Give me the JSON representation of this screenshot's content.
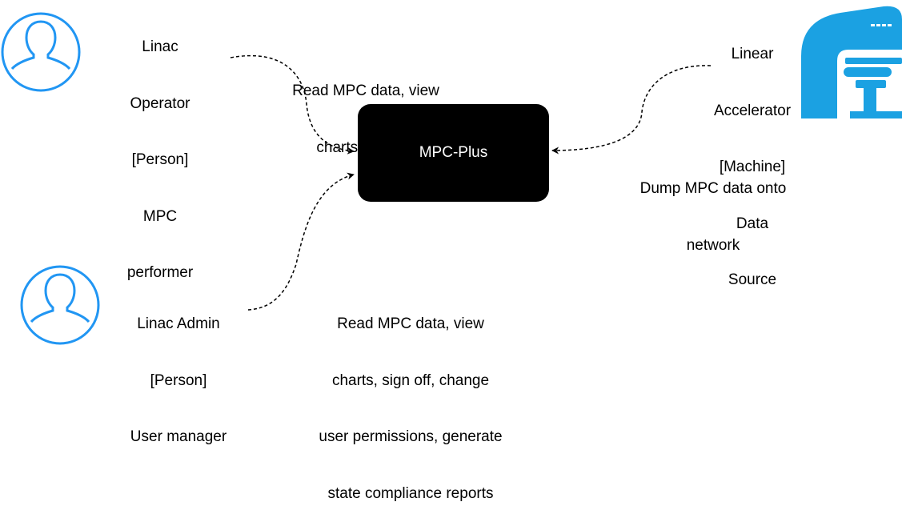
{
  "colors": {
    "person_icon": "#2196F3",
    "machine_icon": "#1BA1E2",
    "system_box": "#000000",
    "system_text": "#ffffff",
    "connector": "#000000"
  },
  "icons": {
    "operator": "person-icon",
    "admin": "person-icon",
    "machine": "linear-accelerator-icon"
  },
  "system": {
    "label": "MPC-Plus"
  },
  "operator": {
    "lines": [
      "Linac",
      "Operator",
      "[Person]",
      "MPC",
      "performer"
    ]
  },
  "admin": {
    "lines": [
      "Linac Admin",
      "[Person]",
      "User manager"
    ]
  },
  "machine": {
    "lines": [
      "Linear",
      "Accelerator",
      "[Machine]",
      "Data",
      "Source"
    ]
  },
  "edges": {
    "operator_edge": {
      "lines": [
        "Read MPC data, view",
        "charts, sign off"
      ]
    },
    "admin_edge": {
      "lines": [
        "Read MPC data, view",
        "charts, sign off, change",
        "user permissions, generate",
        "state compliance reports"
      ]
    },
    "machine_edge": {
      "lines": [
        "Dump MPC data onto",
        "network"
      ]
    }
  }
}
